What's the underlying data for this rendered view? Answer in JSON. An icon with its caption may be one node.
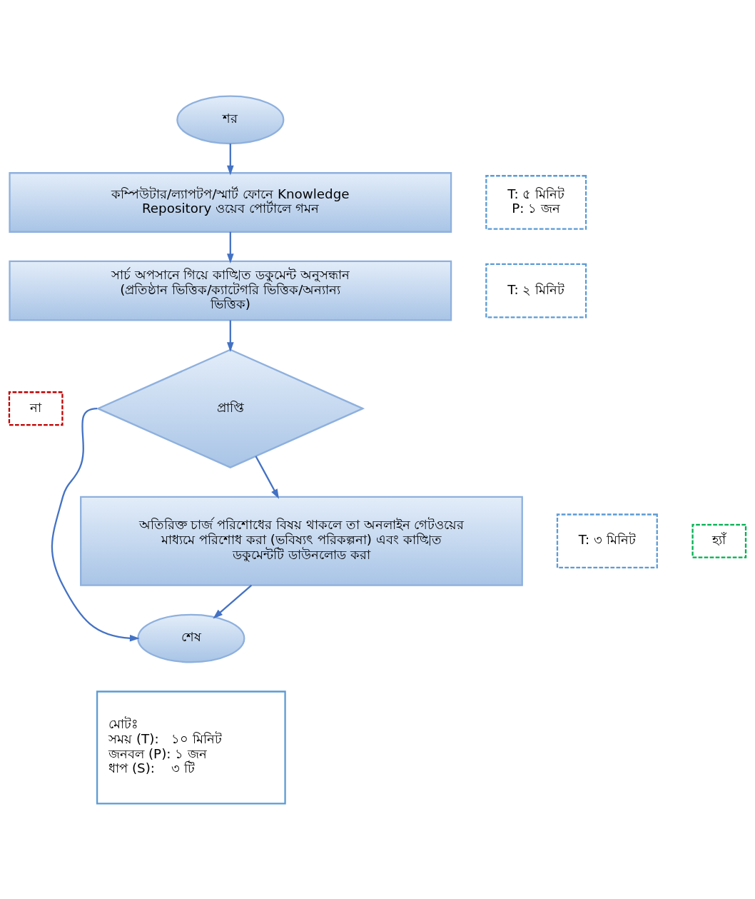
{
  "diagram": {
    "nodes": [
      {
        "text": [
          "শর"
        ]
      },
      {
        "text": [
          "কম্পিউটার/ল্যাপটপ/স্মার্ট ফোনে Knowledge Repository ওয়েব পোর্টালে গমন"
        ]
      },
      {
        "text": [
          "সার্চ অপসানে গিয়ে কাঙ্খিত ডকুমেন্ট অনুসন্ধান (প্রতিষ্ঠান ভিত্তিক/ক্যাটেগরি ভিত্তিক/অন্যান্য ভিত্তিক)"
        ]
      },
      {
        "text": [
          "প্রাপ্তি"
        ]
      },
      {
        "text": [
          "অতিরিক্ত চার্জ পরিশোধের বিষয় থাকলে তা অনলাইন গেটওয়ের মাধ্যমে পরিশোধ করা (ভবিষ্যৎ পরিকল্পনা) এবং কাঙ্খিত ডকুমেন্টটি ডাউনলোড করা"
        ]
      },
      {
        "text": [
          "শেষ"
        ]
      },
      {
        "text": [
          "T: ৫ মিনিট",
          "P: ১ জন"
        ]
      },
      {
        "text": [
          "T: ২ মিনিট"
        ]
      },
      {
        "text": [
          "T: ৩ মিনিট"
        ]
      },
      {
        "text": [
          "না"
        ]
      },
      {
        "text": [
          "হ্যাঁ"
        ]
      },
      {
        "text": [
          "মোটঃ",
          "সময় (T):   ১০ মিনিট",
          "জনবল (P): ১ জন",
          "ধাপ (S):    ৩ টি"
        ]
      }
    ],
    "edges": [
      {
        "from": 0,
        "to": 1,
        "arrow": "to"
      },
      {
        "from": 1,
        "to": 2,
        "arrow": "to"
      },
      {
        "from": 2,
        "to": 3,
        "arrow": "to"
      },
      {
        "from": 3,
        "to": 4,
        "arrow": "to"
      },
      {
        "from": 4,
        "to": 5,
        "arrow": "to"
      },
      {
        "from": 3,
        "to": 5,
        "arrow": "to"
      }
    ]
  }
}
